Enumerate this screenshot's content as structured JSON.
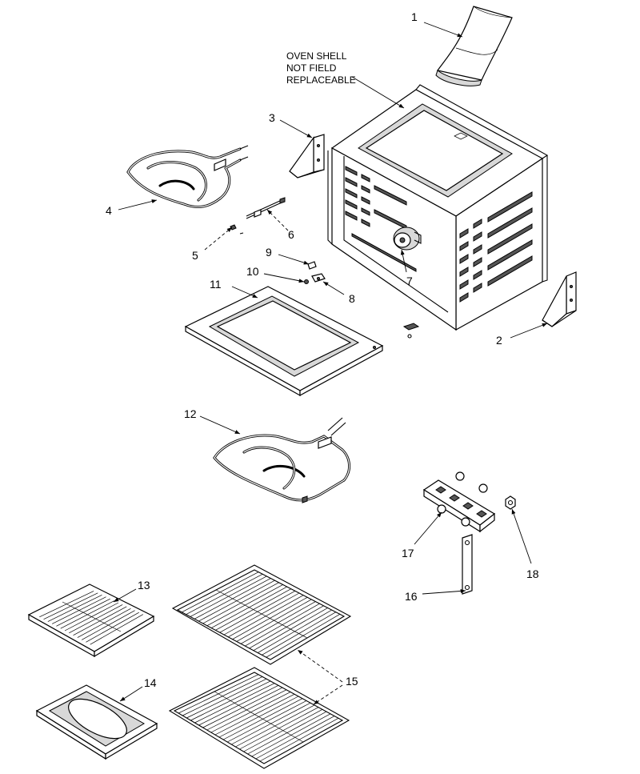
{
  "note": {
    "lines": [
      "OVEN SHELL",
      "NOT FIELD",
      "REPLACEABLE"
    ]
  },
  "callouts": {
    "c1": "1",
    "c2": "2",
    "c3": "3",
    "c4": "4",
    "c5": "5",
    "c6": "6",
    "c7": "7",
    "c8": "8",
    "c9": "9",
    "c10": "10",
    "c11": "11",
    "c12": "12",
    "c13": "13",
    "c14": "14",
    "c15": "15",
    "c16": "16",
    "c17": "17",
    "c18": "18"
  }
}
